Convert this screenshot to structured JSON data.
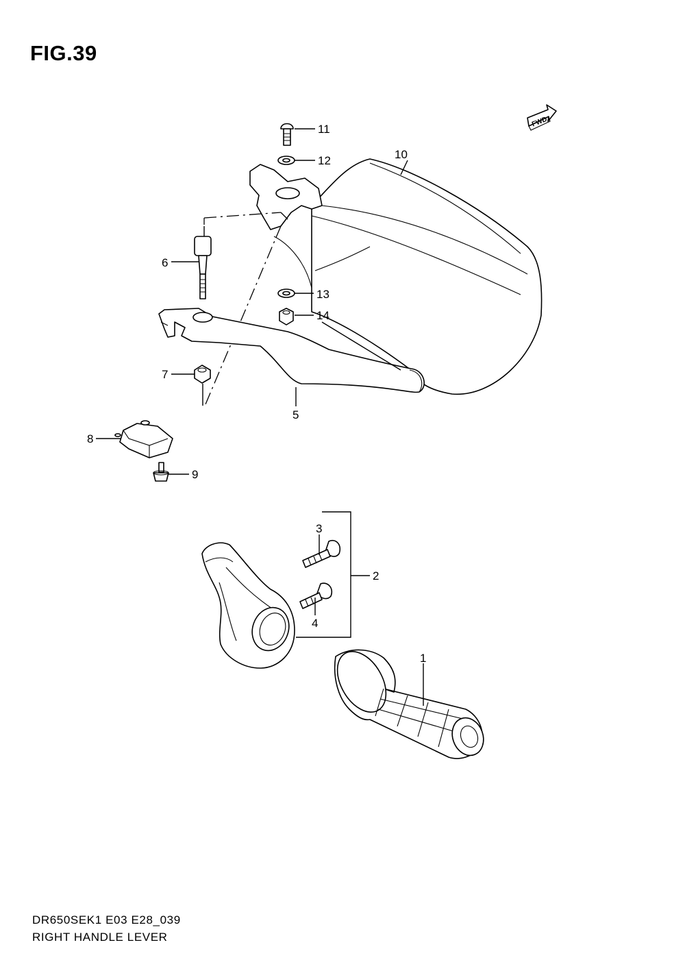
{
  "figure": {
    "title": "FIG.39",
    "model_code": "DR650SEK1 E03 E28_039",
    "name": "RIGHT HANDLE LEVER",
    "fwd_label": "FWD"
  },
  "callouts": [
    {
      "id": "1",
      "label": "1"
    },
    {
      "id": "2",
      "label": "2"
    },
    {
      "id": "3",
      "label": "3"
    },
    {
      "id": "4",
      "label": "4"
    },
    {
      "id": "5",
      "label": "5"
    },
    {
      "id": "6",
      "label": "6"
    },
    {
      "id": "7",
      "label": "7"
    },
    {
      "id": "8",
      "label": "8"
    },
    {
      "id": "9",
      "label": "9"
    },
    {
      "id": "10",
      "label": "10"
    },
    {
      "id": "11",
      "label": "11"
    },
    {
      "id": "12",
      "label": "12"
    },
    {
      "id": "13",
      "label": "13"
    },
    {
      "id": "14",
      "label": "14"
    }
  ]
}
